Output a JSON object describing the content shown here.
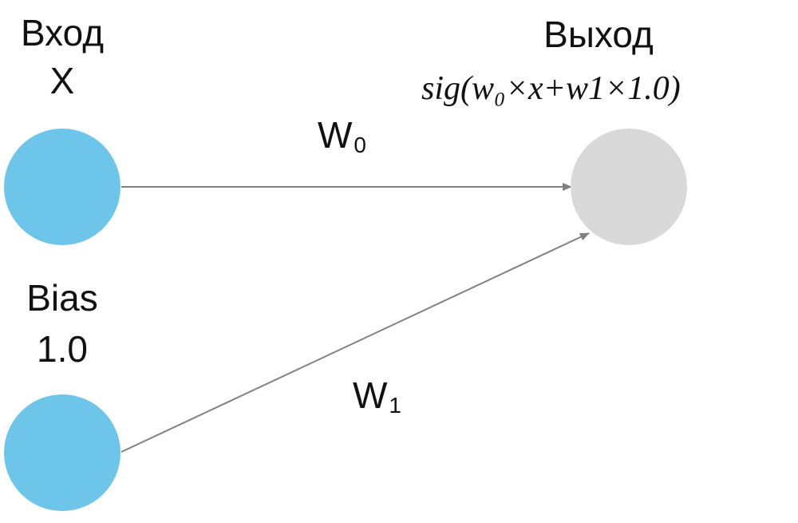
{
  "nodes": {
    "input": {
      "title": "Вход",
      "value": "X",
      "color": "#6EC5EA"
    },
    "bias": {
      "title": "Bias",
      "value": "1.0",
      "color": "#6EC5EA"
    },
    "output": {
      "title": "Выход",
      "formula": "sig(w₀×x+w1×1.0)",
      "color": "#D9D9D9"
    }
  },
  "edges": {
    "w0": {
      "letter": "W",
      "subscript": "0"
    },
    "w1": {
      "letter": "W",
      "subscript": "1"
    },
    "color": "#808080"
  }
}
